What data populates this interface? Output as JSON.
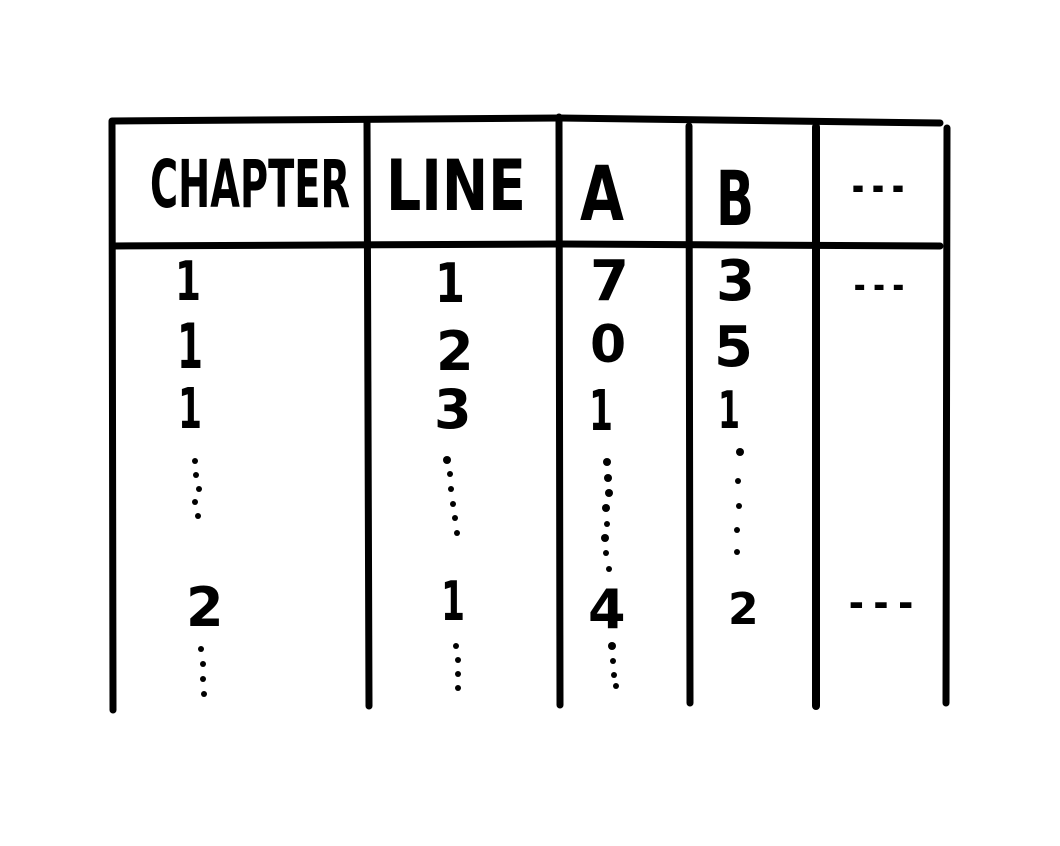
{
  "table": {
    "headers": [
      "CHAPTER",
      "LINE",
      "A",
      "B",
      "..."
    ],
    "rows": [
      [
        "1",
        "1",
        "7",
        "3",
        "..."
      ],
      [
        "1",
        "2",
        "0",
        "5",
        ""
      ],
      [
        "1",
        "3",
        "1",
        "1",
        ""
      ],
      [
        "2",
        "1",
        "4",
        "2",
        "..."
      ]
    ]
  },
  "colors": {
    "ink": "#000000",
    "paper": "#ffffff"
  }
}
